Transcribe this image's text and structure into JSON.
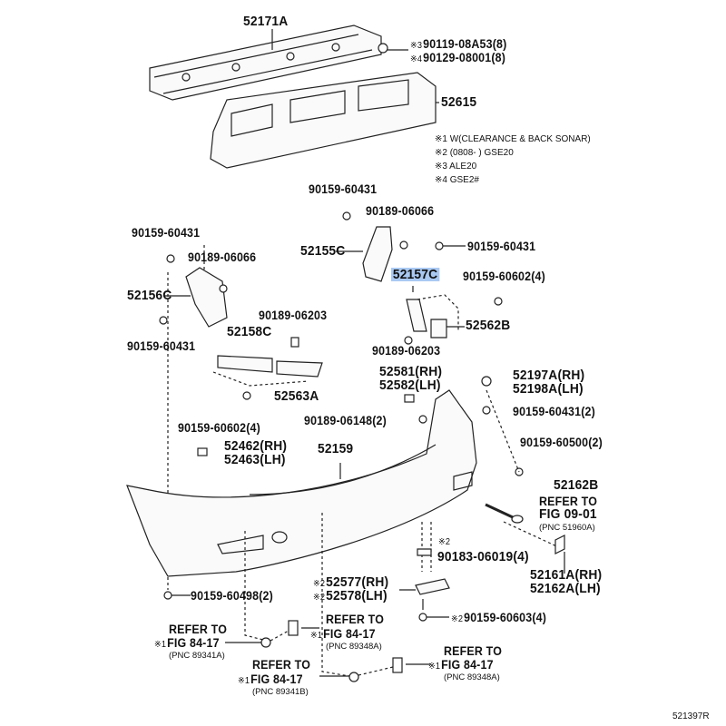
{
  "parts": {
    "p52171A": "52171A",
    "p90119": "90119-08A53(8)",
    "p90129": "90129-08001(8)",
    "p52615": "52615",
    "p90159_60431_a": "90159-60431",
    "p90189_06066_a": "90189-06066",
    "p90159_60431_b": "90159-60431",
    "p52155C": "52155C",
    "p52157C": "52157C",
    "p90159_60602_a": "90159-60602(4)",
    "p52562B": "52562B",
    "p90189_06203_a": "90189-06203",
    "p90159_60431_c": "90159-60431",
    "p90189_06066_b": "90189-06066",
    "p52156C": "52156C",
    "p90159_60431_d": "90159-60431",
    "p90189_06203_b": "90189-06203",
    "p52158C": "52158C",
    "p52563A": "52563A",
    "p90159_60602_b": "90159-60602(4)",
    "p52581": "52581(RH)",
    "p52582": "52582(LH)",
    "p52197A": "52197A(RH)",
    "p52198A": "52198A(LH)",
    "p90159_60431_e": "90159-60431(2)",
    "p90189_06148": "90189-06148(2)",
    "p90159_60500": "90159-60500(2)",
    "p52462": "52462(RH)",
    "p52463": "52463(LH)",
    "p52159": "52159",
    "p52162B": "52162B",
    "p90183": "90183-06019(4)",
    "p52161A": "52161A(RH)",
    "p52162A": "52162A(LH)",
    "p52577": "52577(RH)",
    "p52578": "52578(LH)",
    "p90159_60498": "90159-60498(2)",
    "p90159_60603": "90159-60603(4)"
  },
  "marks": {
    "m1": "※1",
    "m2": "※2",
    "m3": "※3",
    "m4": "※4"
  },
  "notes": [
    "※1 W(CLEARANCE & BACK SONAR)",
    "※2 (0808-        ) GSE20",
    "※3 ALE20",
    "※4 GSE2#"
  ],
  "refs": {
    "refer_to": "REFER TO",
    "fig_09_01": "FIG 09-01",
    "pnc_51960A": "(PNC 51960A)",
    "fig_84_17": "FIG 84-17",
    "pnc_89341A": "(PNC 89341A)",
    "pnc_89348A": "(PNC 89348A)",
    "pnc_89341B": "(PNC 89341B)"
  },
  "figure_id": "521397R",
  "highlight_color": "#a9c9f2"
}
